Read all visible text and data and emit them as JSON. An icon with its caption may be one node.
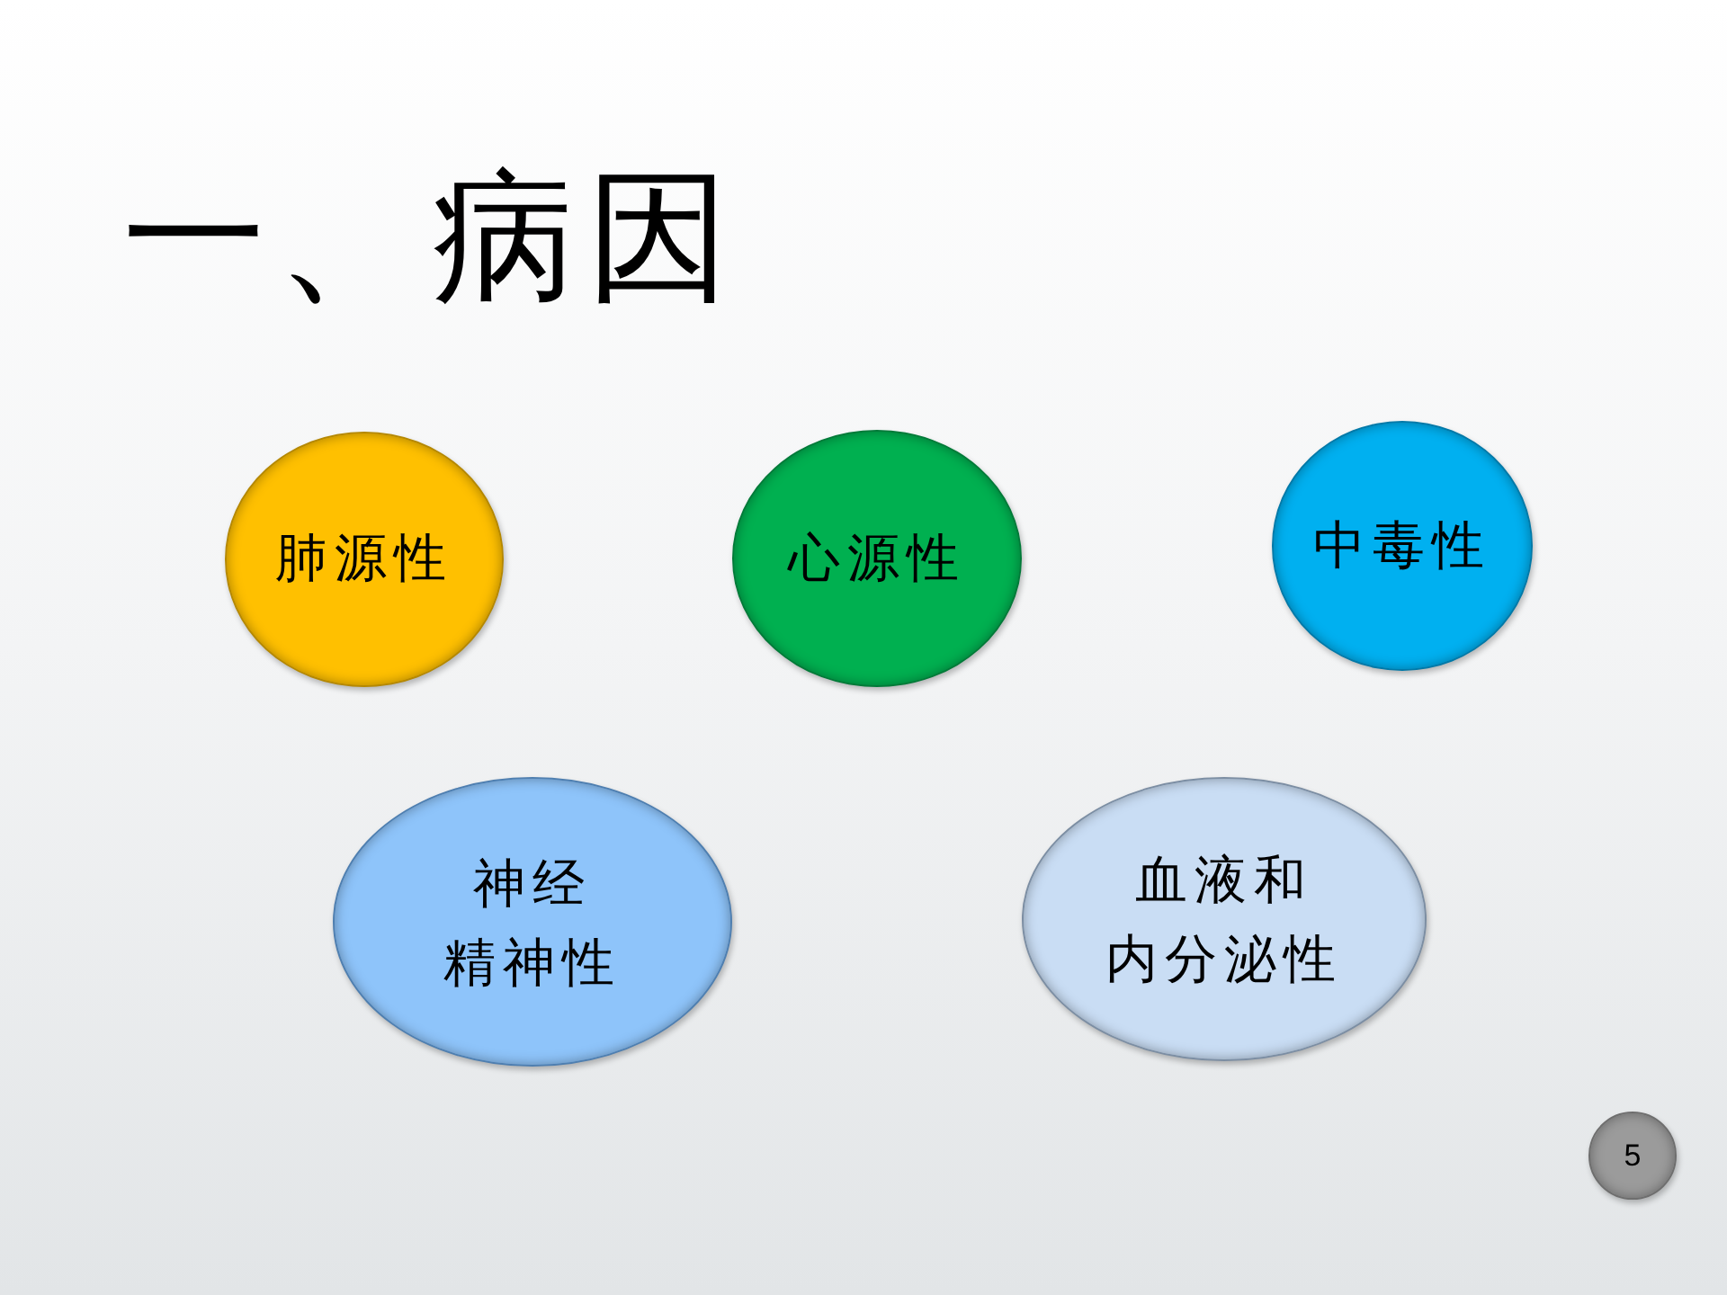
{
  "diagram": {
    "title": "一、病因",
    "nodes": [
      {
        "text": [
          "肺源性"
        ]
      },
      {
        "text": [
          "心源性"
        ]
      },
      {
        "text": [
          "中毒性"
        ]
      },
      {
        "text": [
          "神经精神性"
        ]
      },
      {
        "text": [
          "血液和内分泌性"
        ]
      },
      {
        "text": [
          "5"
        ]
      }
    ]
  }
}
